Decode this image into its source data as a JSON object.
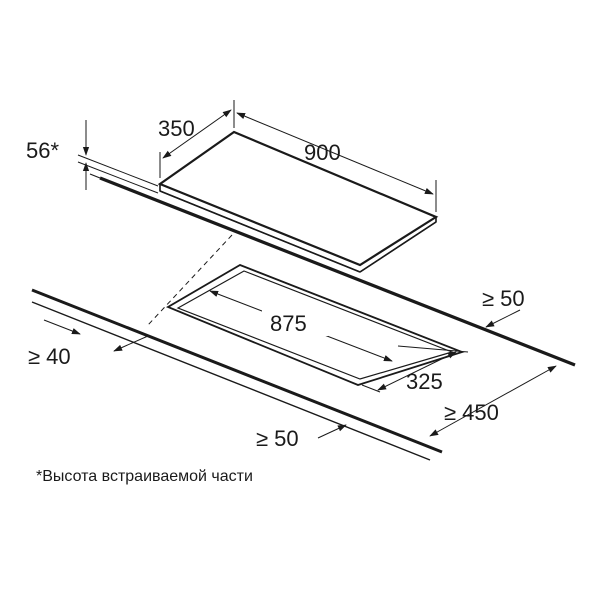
{
  "dimensions": {
    "hob_height": "56*",
    "hob_depth": "350",
    "hob_width": "900",
    "cutout_width": "875",
    "cutout_depth": "325",
    "min_rear_clearance": "≥ 50",
    "min_front_clearance": "≥ 50",
    "min_side_clearance": "≥ 40",
    "min_wall_clearance": "≥ 450"
  },
  "footnote": "*Высота встраиваемой части"
}
